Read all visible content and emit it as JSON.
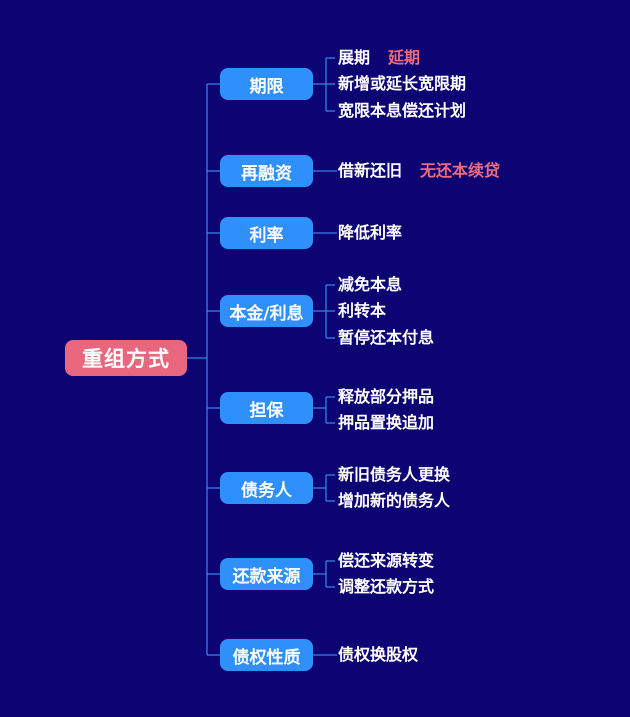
{
  "root": {
    "label": "重组方式"
  },
  "categories": [
    {
      "label": "期限",
      "items": [
        {
          "text": "展期",
          "note": "延期"
        },
        {
          "text": "新增或延长宽限期"
        },
        {
          "text": "宽限本息偿还计划"
        }
      ]
    },
    {
      "label": "再融资",
      "items": [
        {
          "text": "借新还旧",
          "note": "无还本续贷"
        }
      ]
    },
    {
      "label": "利率",
      "items": [
        {
          "text": "降低利率"
        }
      ]
    },
    {
      "label": "本金/利息",
      "items": [
        {
          "text": "减免本息"
        },
        {
          "text": "利转本"
        },
        {
          "text": "暂停还本付息"
        }
      ]
    },
    {
      "label": "担保",
      "items": [
        {
          "text": "释放部分押品"
        },
        {
          "text": "押品置换追加"
        }
      ]
    },
    {
      "label": "债务人",
      "items": [
        {
          "text": "新旧债务人更换"
        },
        {
          "text": "增加新的债务人"
        }
      ]
    },
    {
      "label": "还款来源",
      "items": [
        {
          "text": "偿还来源转变"
        },
        {
          "text": "调整还款方式"
        }
      ]
    },
    {
      "label": "债权性质",
      "items": [
        {
          "text": "债权换股权"
        }
      ]
    }
  ],
  "colors": {
    "background": "#0c0472",
    "root": "#e8677e",
    "category": "#2f8ffb",
    "note": "#ef6a7c",
    "line": "#3b7de8"
  }
}
